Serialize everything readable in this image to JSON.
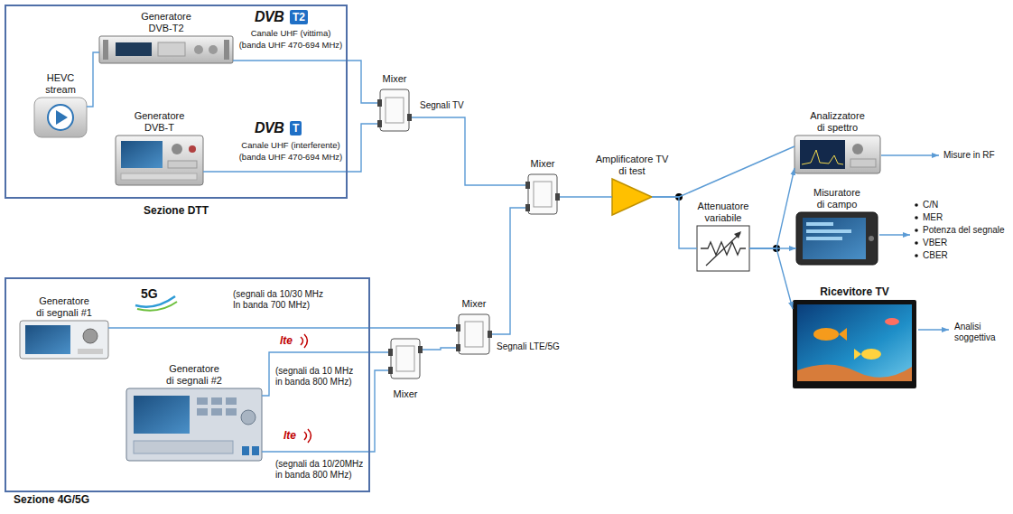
{
  "diagram": {
    "nodes": [
      {
        "text": [
          "Sezione DTT"
        ]
      },
      {
        "text": [
          "HEVC stream"
        ],
        "in": 0
      },
      {
        "text": [
          "Generatore DVB-T2"
        ],
        "in": 0
      },
      {
        "text": [
          "Generatore DVB-T"
        ],
        "in": 0
      },
      {
        "text": [
          "Mixer"
        ]
      },
      {
        "text": [
          "Mixer"
        ]
      },
      {
        "text": [
          "Amplificatore TV di test"
        ]
      },
      {
        "text": [
          "Analizzatore di spettro"
        ]
      },
      {
        "text": [
          "Attenuatore variabile"
        ]
      },
      {
        "text": [
          "Misuratore di campo"
        ]
      },
      {
        "text": [
          "Ricevitore TV"
        ]
      },
      {
        "text": [
          "Sezione 4G/5G"
        ]
      },
      {
        "text": [
          "Generatore di segnali #1"
        ],
        "in": 11
      },
      {
        "text": [
          "Generatore di segnali #2"
        ],
        "in": 11
      },
      {
        "text": [
          "Mixer"
        ]
      },
      {
        "text": [
          "Mixer"
        ]
      }
    ],
    "edges": [
      {
        "from": 1,
        "to": 2,
        "arrow": "none"
      },
      {
        "from": 2,
        "to": 4,
        "arrow": "none"
      },
      {
        "from": 3,
        "to": 4,
        "arrow": "none"
      },
      {
        "from": 4,
        "to": 5,
        "label": "Segnali TV",
        "arrow": "none"
      },
      {
        "from": 5,
        "to": 6,
        "arrow": "none"
      },
      {
        "from": 6,
        "to": 7,
        "arrow": "none"
      },
      {
        "from": 6,
        "to": 8,
        "arrow": "none"
      },
      {
        "from": 8,
        "to": 7,
        "arrow": "to"
      },
      {
        "from": 8,
        "to": 9,
        "arrow": "to"
      },
      {
        "from": 8,
        "to": 10,
        "arrow": "to"
      },
      {
        "from": 12,
        "to": 15,
        "arrow": "none"
      },
      {
        "from": 13,
        "to": 14,
        "arrow": "none"
      },
      {
        "from": 13,
        "to": 14,
        "arrow": "none"
      },
      {
        "from": 14,
        "to": 15,
        "arrow": "none"
      },
      {
        "from": 15,
        "to": 5,
        "label": "Segnali LTE/5G",
        "arrow": "none"
      }
    ],
    "labels": [
      "DVB",
      "T2",
      "Canale UHF (vittima)",
      "(banda UHF 470-694 MHz)",
      "DVB",
      "T",
      "Canale UHF (interferente)",
      "(banda UHF 470-694 MHz)",
      "Misure in RF",
      "C/N",
      "MER",
      "Potenza del segnale",
      "VBER",
      "CBER",
      "Analisi soggettiva",
      "5G",
      "(segnali da 10/30 MHz In banda 700 MHz)",
      "lte",
      "(segnali da 10 MHz in banda 800 MHz)",
      "lte",
      "(segnali da 10/20MHz in banda 800 MHz)"
    ]
  }
}
